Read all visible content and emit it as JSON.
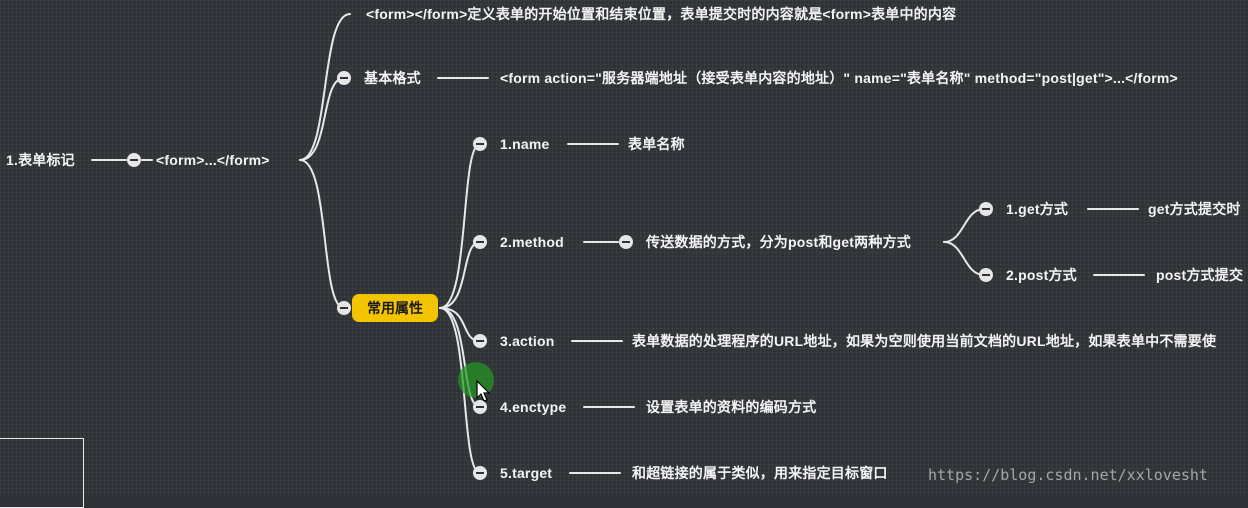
{
  "root": {
    "label": "1.表单标记"
  },
  "form_tag": {
    "label": "<form>...</form>"
  },
  "definition": {
    "text": "<form></form>定义表单的开始位置和结束位置，表单提交时的内容就是<form>表单中的内容"
  },
  "basic_format": {
    "label": "基本格式",
    "text": "<form action=\"服务器端地址（接受表单内容的地址）\" name=\"表单名称\" method=\"post|get\">...</form>"
  },
  "common_attributes": {
    "label": "常用属性",
    "name": {
      "label": "1.name",
      "desc": "表单名称"
    },
    "method": {
      "label": "2.method",
      "desc": "传送数据的方式，分为post和get两种方式",
      "get": {
        "label": "1.get方式",
        "desc": "get方式提交时"
      },
      "post": {
        "label": "2.post方式",
        "desc": "post方式提交"
      }
    },
    "action": {
      "label": "3.action",
      "desc": "表单数据的处理程序的URL地址，如果为空则使用当前文档的URL地址，如果表单中不需要使"
    },
    "enctype": {
      "label": "4.enctype",
      "desc": "设置表单的资料的编码方式"
    },
    "target": {
      "label": "5.target",
      "desc": "和超链接的属于类似，用来指定目标窗口"
    }
  },
  "watermark": "https://blog.csdn.net/xxlovesht",
  "colors": {
    "background": "#2f3237",
    "highlight": "#f2c500",
    "text": "#f4f4f4",
    "cursor_halo": "#229622"
  }
}
